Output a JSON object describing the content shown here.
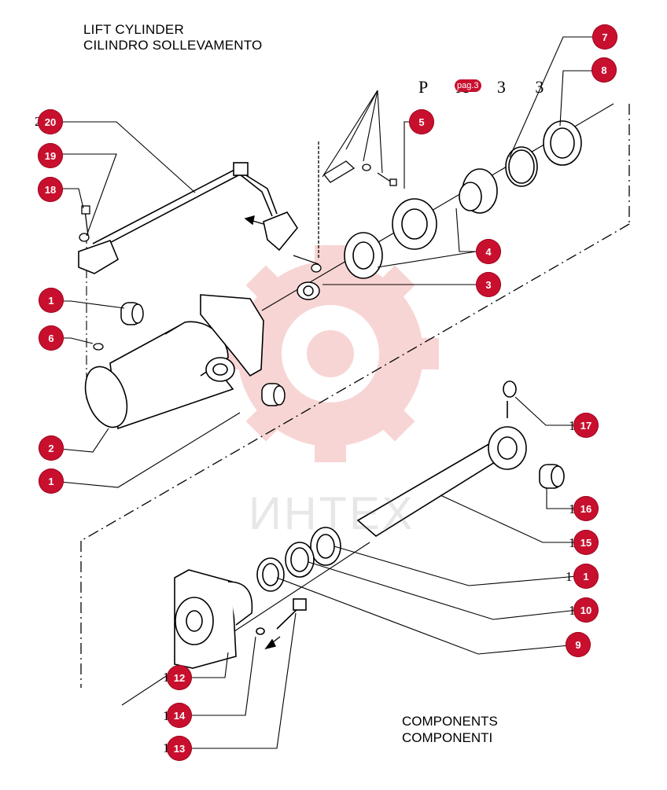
{
  "title": {
    "line1": "LIFT CYLINDER",
    "line2": "CILINDRO SOLLEVAMENTO"
  },
  "components": {
    "line1": "COMPONENTS",
    "line2": "COMPONENTI"
  },
  "page_ref": {
    "text": "P A 3 3",
    "badge": "pag.3"
  },
  "watermark": "ИНТЕХ",
  "callouts": [
    "7",
    "8",
    "20",
    "5",
    "19",
    "18",
    "4",
    "3",
    "1",
    "6",
    "2",
    "1",
    "17",
    "16",
    "15",
    "1",
    "10",
    "9",
    "12",
    "14",
    "13"
  ],
  "colors": {
    "callout": "#c8102e",
    "line": "#000000",
    "watermark_gear": "#f2b8b8"
  }
}
